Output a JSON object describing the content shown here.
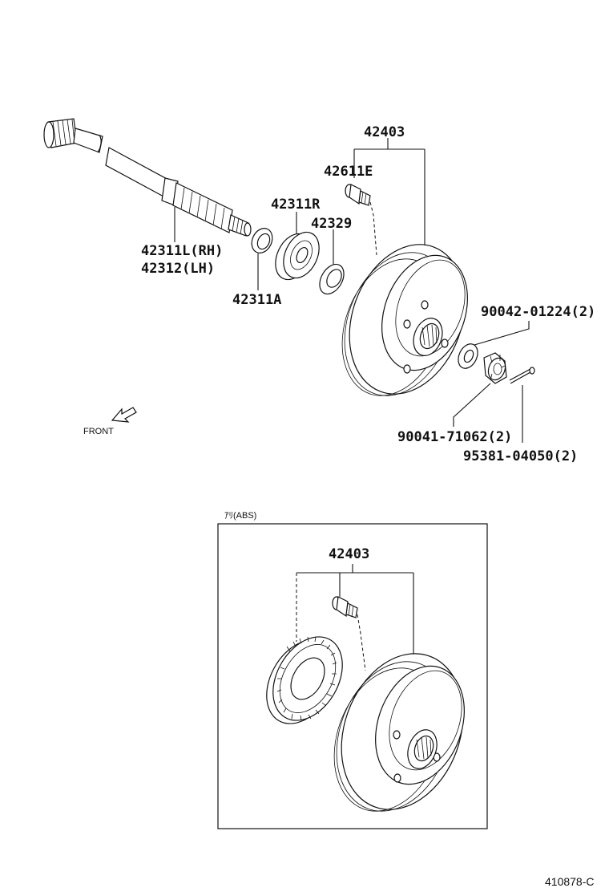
{
  "diagram": {
    "labels": {
      "hub_main": "42403",
      "hub_bolt": "42611E",
      "shaft_bearing": "42311R",
      "oil_seal": "42329",
      "shaft_rh": "42311L(RH)",
      "shaft_lh": "42312(LH)",
      "spacer": "42311A",
      "washer": "90042-01224(2)",
      "nut": "90041-71062(2)",
      "cotter_pin": "95381-04050(2)",
      "front": "FRONT",
      "abs_section": "ｱﾘ(ABS)",
      "hub_abs": "42403",
      "figure_ref": "410878-C"
    },
    "colors": {
      "line": "#111111",
      "background": "#ffffff"
    }
  }
}
